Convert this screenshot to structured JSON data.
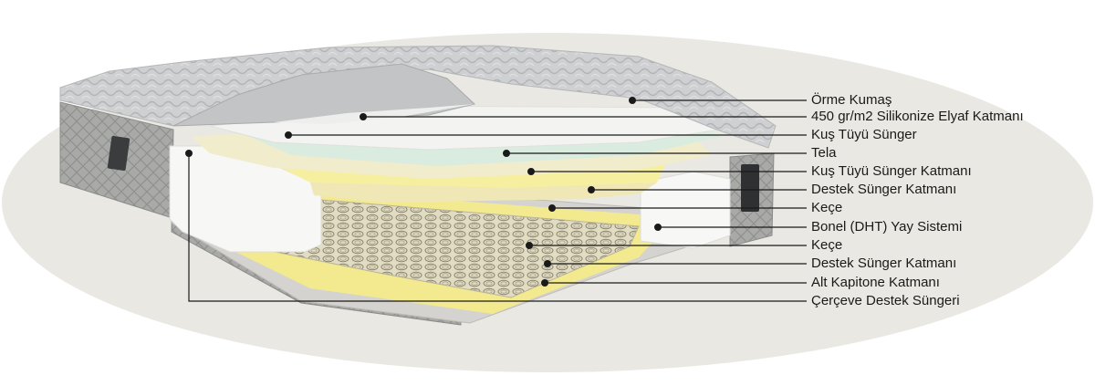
{
  "diagram": {
    "labels": [
      "Örme Kumaş",
      "450 gr/m2 Silikonize Elyaf Katmanı",
      "Kuş Tüyü Sünger",
      "Tela",
      "Kuş Tüyü Sünger Katmanı",
      "Destek Sünger Katmanı",
      "Keçe",
      "Bonel (DHT) Yay Sistemi",
      "Keçe",
      "Destek Sünger Katmanı",
      "Alt Kapitone Katmanı",
      "Çerçeve Destek Süngeri"
    ],
    "colors": {
      "backdrop": "#e9e8e3",
      "fabric": "#c9cacc",
      "side_panel": "#a9aaa8",
      "cream_foam": "#f1eccb",
      "mint_foam": "#d9ecdf",
      "yellow_foam": "#f3ea8f",
      "spring_bed": "#e2dcc2",
      "frame_foam": "#f7f7f5",
      "leader": "#1a1a1a"
    }
  }
}
